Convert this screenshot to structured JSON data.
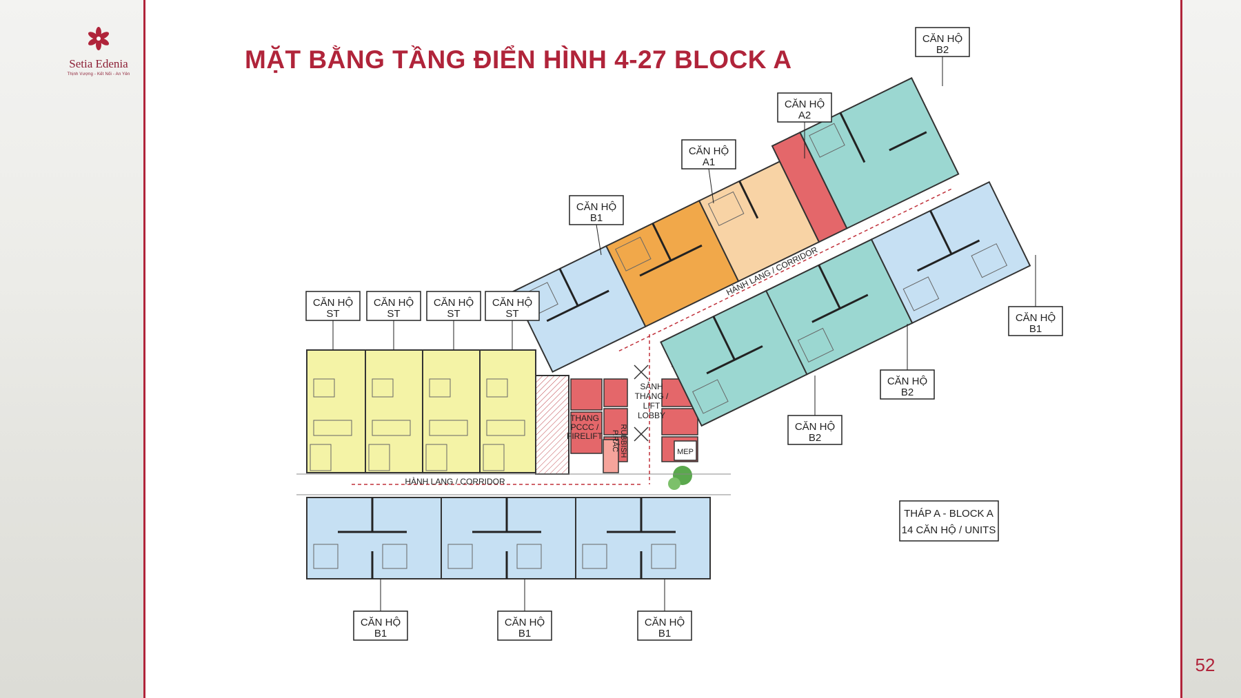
{
  "brand": {
    "name": "Setia Edenia",
    "tagline": "Thịnh Vượng - Kết Nối - An Yên"
  },
  "title": "MẶT BẰNG TẦNG ĐIỂN HÌNH 4-27 BLOCK A",
  "page_number": "52",
  "unit_labels": {
    "st": [
      "CĂN HỘ",
      "ST"
    ],
    "b1": [
      "CĂN HỘ",
      "B1"
    ],
    "b2": [
      "CĂN HỘ",
      "B2"
    ],
    "a1": [
      "CĂN HỘ",
      "A1"
    ],
    "a2": [
      "CĂN HỘ",
      "A2"
    ]
  },
  "rooms": {
    "stair": [
      "THANG",
      "PCCC /",
      "FIRELIFT"
    ],
    "rubbish": [
      "P.RÁC",
      "RUBBISH"
    ],
    "lobby": [
      "SẢNH",
      "THANG /",
      "LIFT",
      "LOBBY"
    ],
    "mep": "MEP",
    "corridor": "HÀNH LANG / CORRIDOR"
  },
  "summary": {
    "line1": "THÁP A - BLOCK A",
    "line2": "14 CĂN HỘ / UNITS"
  },
  "colors": {
    "accent": "#b0243a",
    "studio": "#f4f3a6",
    "b1": "#c6e0f3",
    "b2": "#9bd7d1",
    "a1": "#f1a84a",
    "a2": "#f8d3a5",
    "core": "#e4676a"
  }
}
